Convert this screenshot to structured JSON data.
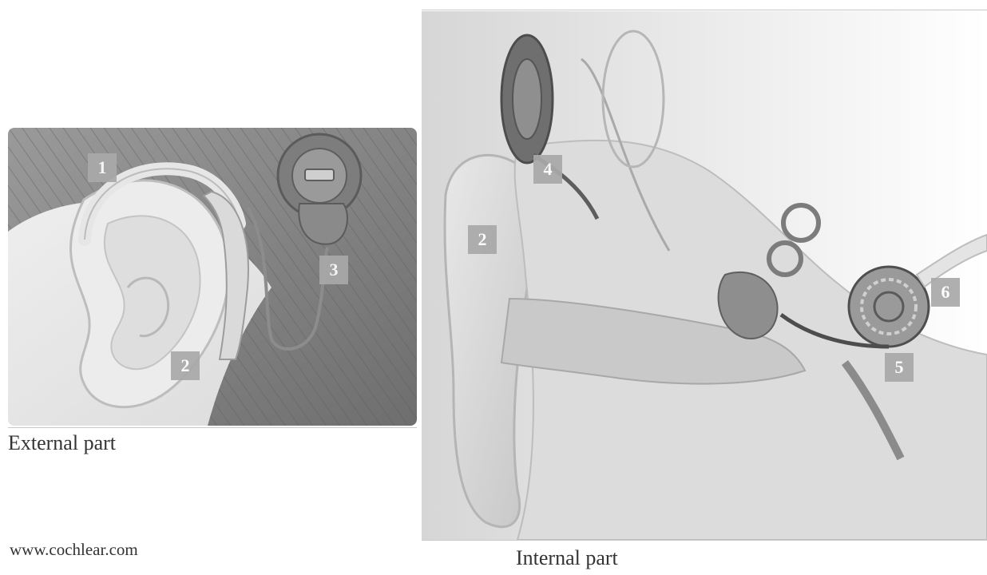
{
  "colors": {
    "background": "#ffffff",
    "marker": "#a9a9a9",
    "marker_text": "#ffffff",
    "caption_text": "#333333"
  },
  "external": {
    "caption": "External part",
    "markers": [
      "1",
      "2",
      "3"
    ]
  },
  "internal": {
    "caption": "Internal part",
    "markers": [
      "2",
      "4",
      "6",
      "5"
    ]
  },
  "source": "www.cochlear.com"
}
